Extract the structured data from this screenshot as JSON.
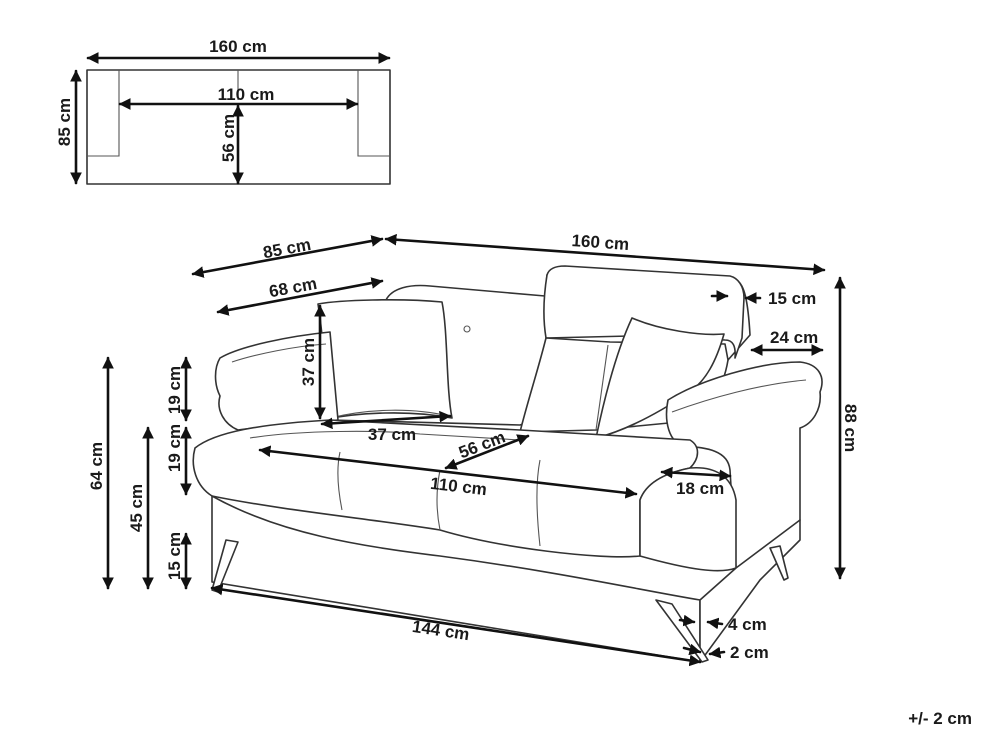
{
  "plan_view": {
    "width_label": "160 cm",
    "depth_label": "85 cm",
    "inner_width_label": "110 cm",
    "seat_depth_label": "56 cm"
  },
  "sofa_view": {
    "depth_label": "85 cm",
    "width_label": "160 cm",
    "inner_depth_label": "68 cm",
    "backrest_thickness_label": "15 cm",
    "armrest_width_label": "24 cm",
    "total_height_label": "88 cm",
    "cushion_height_label": "37 cm",
    "cushion_width_label": "37 cm",
    "seat_depth_label": "56 cm",
    "seat_width_label": "110 cm",
    "armrest_depth_label": "18 cm",
    "arm_height_label": "19 cm",
    "seat_cushion_height_label": "19 cm",
    "arm_total_height_label": "64 cm",
    "seat_height_label": "45 cm",
    "leg_height_label": "15 cm",
    "base_length_label": "144 cm",
    "leg_width_label": "4 cm",
    "leg_tip_label": "2 cm"
  },
  "tolerance_label": "+/- 2 cm"
}
